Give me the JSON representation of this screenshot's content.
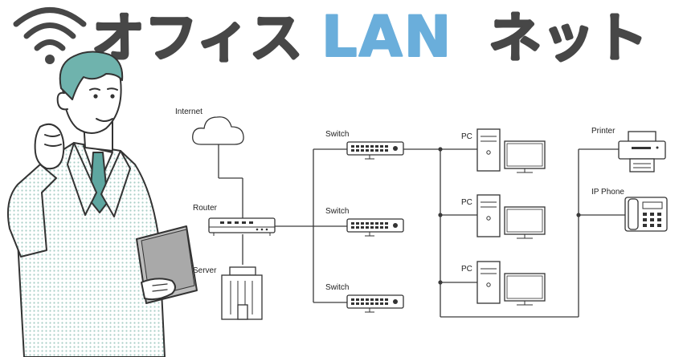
{
  "header": {
    "title_left": "オフィス",
    "title_mid": "LAN",
    "title_right": "ネット"
  },
  "icons": {
    "wifi": "wifi-icon",
    "cloud": "cloud-icon",
    "router": "router-icon",
    "server": "server-building-icon",
    "switch": "network-switch-icon",
    "pc": "desktop-pc-icon",
    "printer": "printer-icon",
    "phone": "ip-phone-icon",
    "person": "businessman-illustration"
  },
  "colors": {
    "title_dark": "#474747",
    "title_blue": "#6aaedb",
    "hair": "#6fb3ad",
    "suit_dots": "#b8d9d3",
    "tie": "#5ea6a0"
  },
  "diagram": {
    "internet": "Internet",
    "router": "Router",
    "server": "Server",
    "switches": [
      "Switch",
      "Switch",
      "Switch"
    ],
    "pcs": [
      "PC",
      "PC",
      "PC"
    ],
    "printer": "Printer",
    "ip_phone": "IP Phone"
  }
}
